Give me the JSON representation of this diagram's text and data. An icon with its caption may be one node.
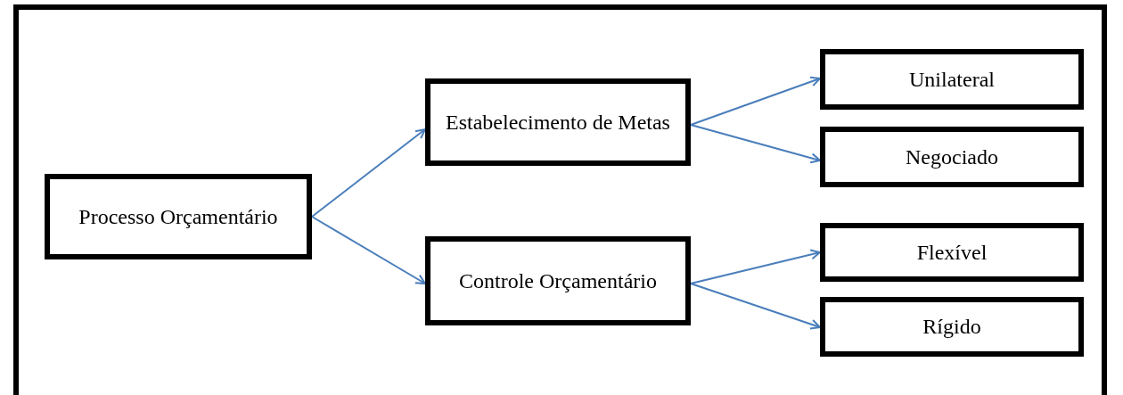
{
  "diagram": {
    "nodes": [
      {
        "text": [
          "Processo Orçamentário"
        ]
      },
      {
        "text": [
          "Estabelecimento de Metas"
        ]
      },
      {
        "text": [
          "Controle Orçamentário"
        ]
      },
      {
        "text": [
          "Unilateral"
        ]
      },
      {
        "text": [
          "Negociado"
        ]
      },
      {
        "text": [
          "Flexível"
        ]
      },
      {
        "text": [
          "Rígido"
        ]
      }
    ],
    "edges": [
      {
        "from": 0,
        "to": 1,
        "arrow": "to"
      },
      {
        "from": 0,
        "to": 2,
        "arrow": "to"
      },
      {
        "from": 1,
        "to": 3,
        "arrow": "to"
      },
      {
        "from": 1,
        "to": 4,
        "arrow": "to"
      },
      {
        "from": 2,
        "to": 5,
        "arrow": "to"
      },
      {
        "from": 2,
        "to": 6,
        "arrow": "to"
      }
    ]
  }
}
